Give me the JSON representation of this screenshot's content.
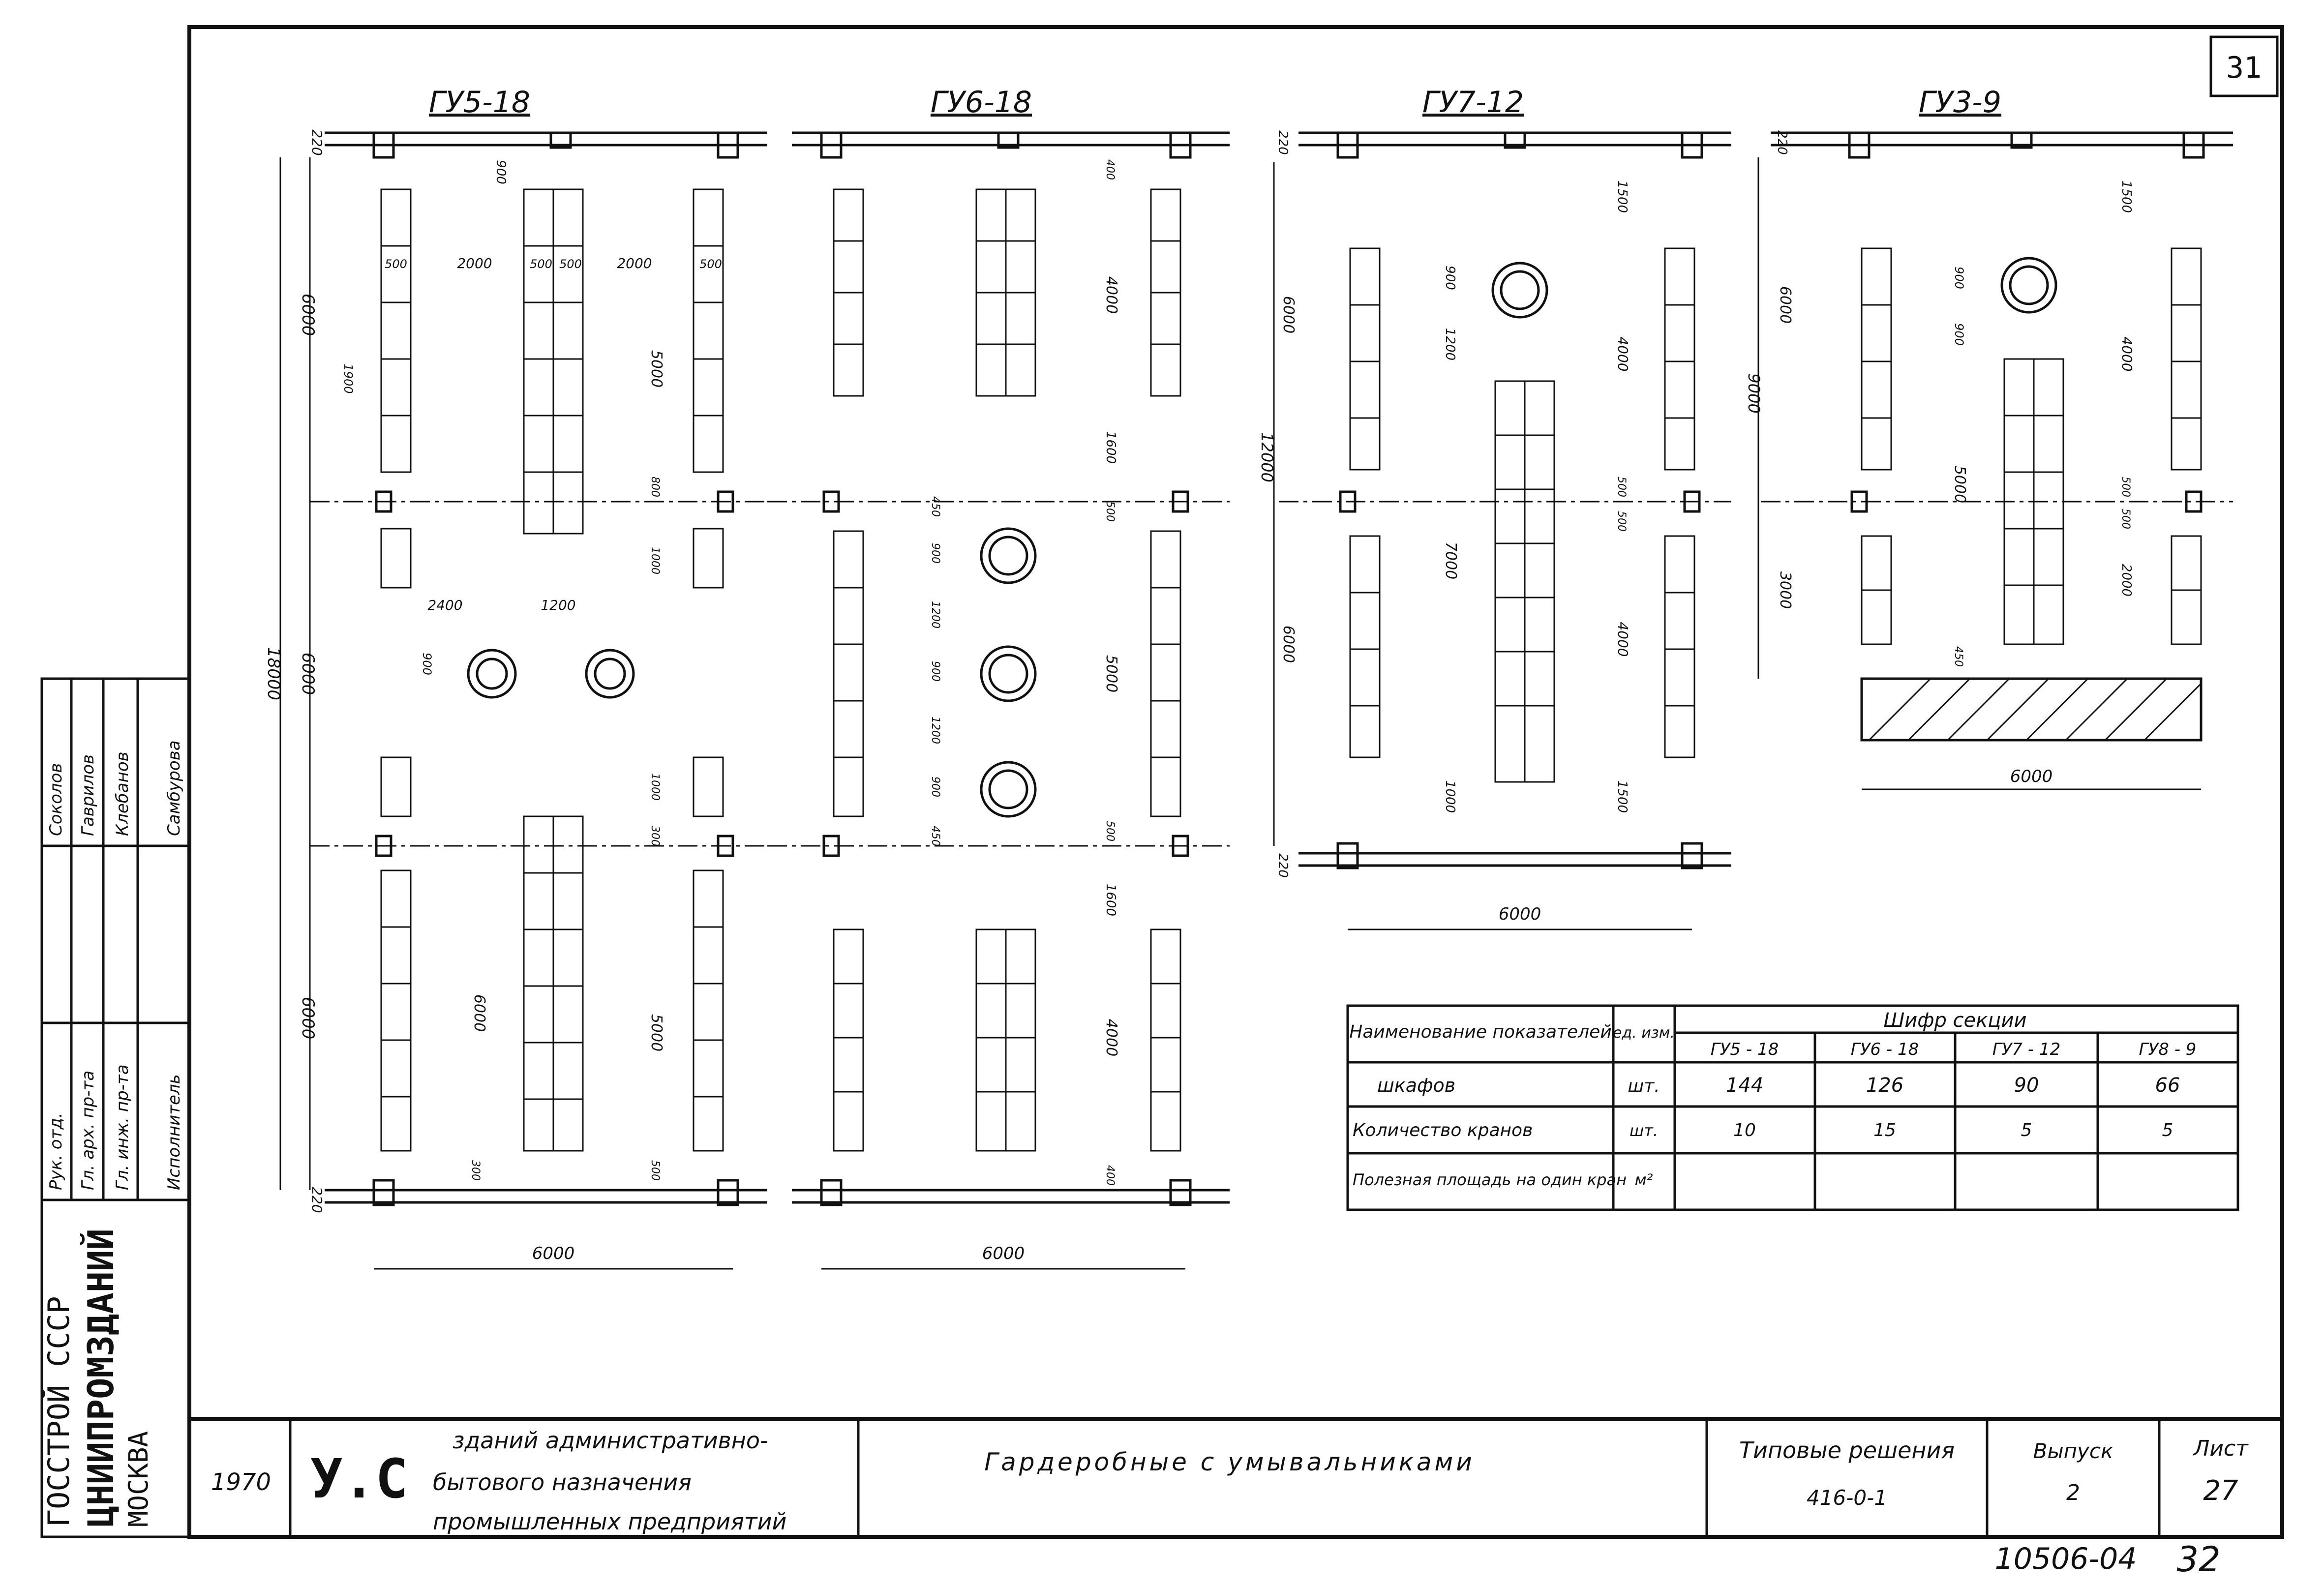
{
  "sheet": {
    "corner_number": "31",
    "bottom_code": "10506-04",
    "bottom_page": "32"
  },
  "sections": [
    {
      "title": "ГУ5-18",
      "width_dim": "6000"
    },
    {
      "title": "ГУ6-18",
      "width_dim": "6000"
    },
    {
      "title": "ГУ7-12",
      "width_dim": "6000"
    },
    {
      "title": "ГУ3-9",
      "width_dim": "6000"
    }
  ],
  "dimensions": {
    "gu5": {
      "total": "18000",
      "top": "6000",
      "mid": "6000",
      "bottom": "6000",
      "d2000a": "2000",
      "d2000b": "2000",
      "d900": "900",
      "d500a": "500",
      "d500b": "500",
      "d500c": "500",
      "d500d": "500",
      "d1900": "1900",
      "d5000a": "5000",
      "d5000b": "5000",
      "d2400": "2400",
      "d1200": "1200",
      "d900b": "900",
      "d6000c": "6000",
      "d1000a": "1000",
      "d1000b": "1000",
      "d500e": "500",
      "d300a": "300",
      "d300b": "300",
      "d800": "800",
      "d220a": "220",
      "d220b": "220"
    },
    "gu6": {
      "d4000a": "4000",
      "d400a": "400",
      "d1600a": "1600",
      "d500a": "500",
      "d450a": "450",
      "d900a": "900",
      "d1200a": "1200",
      "d900b": "900",
      "d1200b": "1200",
      "d900c": "900",
      "d450b": "450",
      "d5000": "5000",
      "d500b": "500",
      "d1600b": "1600",
      "d4000b": "4000",
      "d400b": "400"
    },
    "gu7": {
      "total": "12000",
      "top": "6000",
      "bottom": "6000",
      "d1500a": "1500",
      "d900": "900",
      "d1200": "1200",
      "d4000a": "4000",
      "d500a": "500",
      "d500b": "500",
      "d7000": "7000",
      "d4000b": "4000",
      "d1000": "1000",
      "d1500b": "1500",
      "d220a": "220",
      "d220b": "220"
    },
    "gu3": {
      "total": "9000",
      "top": "6000",
      "bottom": "3000",
      "d1500": "1500",
      "d900a": "900",
      "d900b": "900",
      "d4000": "4000",
      "d5000": "5000",
      "d500a": "500",
      "d500b": "500",
      "d2000": "2000",
      "d450": "450",
      "d220": "220",
      "d6000": "6000"
    }
  },
  "table": {
    "header_name": "Наименование показателей",
    "header_unit": "ед. изм.",
    "header_code": "Шифр секции",
    "columns": [
      "ГУ5 - 18",
      "ГУ6 - 18",
      "ГУ7 - 12",
      "ГУ8 - 9"
    ],
    "rows": [
      {
        "name": "шкафов",
        "unit": "шт.",
        "values": [
          "144",
          "126",
          "90",
          "66"
        ]
      },
      {
        "name": "Количество кранов",
        "unit": "шт.",
        "values": [
          "10",
          "15",
          "5",
          "5"
        ]
      },
      {
        "name": "Полезная площадь на один кран",
        "unit": "м²",
        "values": [
          "",
          "",
          "",
          ""
        ]
      }
    ]
  },
  "stamp": {
    "roles": [
      "Рук. отд.",
      "Гл. арх. пр-та",
      "Гл. инж. пр-та",
      "Исполнитель"
    ],
    "names": [
      "Соколов",
      "Гаврилов",
      "Клебанов",
      "Самбурова"
    ],
    "org1": "ГОССТРОЙ СССР",
    "org2": "ЦНИИПРОМЗДАНИЙ",
    "org3": "МОСКВА"
  },
  "title_block": {
    "year": "1970",
    "series_mark": "У.С",
    "series_text_1": "зданий административно-",
    "series_text_2": "бытового назначения",
    "series_text_3": "промышленных предприятий",
    "drawing_title": "Гардеробные с умывальниками",
    "typical_label": "Типовые решения",
    "typical_number": "416-0-1",
    "issue_label": "Выпуск",
    "issue_value": "2",
    "sheet_label": "Лист",
    "sheet_value": "27"
  }
}
